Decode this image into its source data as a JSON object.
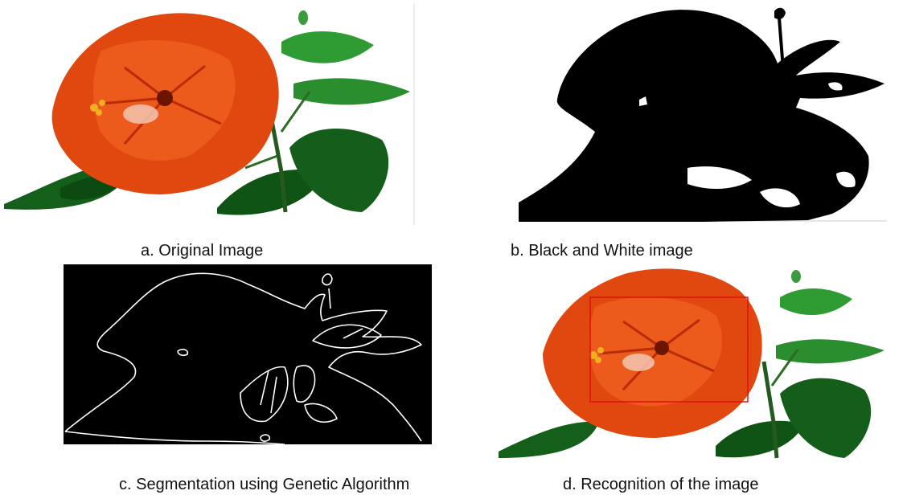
{
  "figure": {
    "panels": [
      {
        "id": "a",
        "caption": "a. Original Image"
      },
      {
        "id": "b",
        "caption": "b. Black and White image"
      },
      {
        "id": "c",
        "caption": "c. Segmentation using Genetic Algorithm"
      },
      {
        "id": "d",
        "caption": "d. Recognition of the image"
      }
    ]
  },
  "colors": {
    "flower_orange": "#e0480f",
    "flower_dark": "#b82c05",
    "leaf_green": "#1f7a25",
    "leaf_dark": "#0d4a12",
    "segmentation_bg": "#000000",
    "segmentation_line": "#ffffff",
    "recognition_box": "#e01010"
  }
}
